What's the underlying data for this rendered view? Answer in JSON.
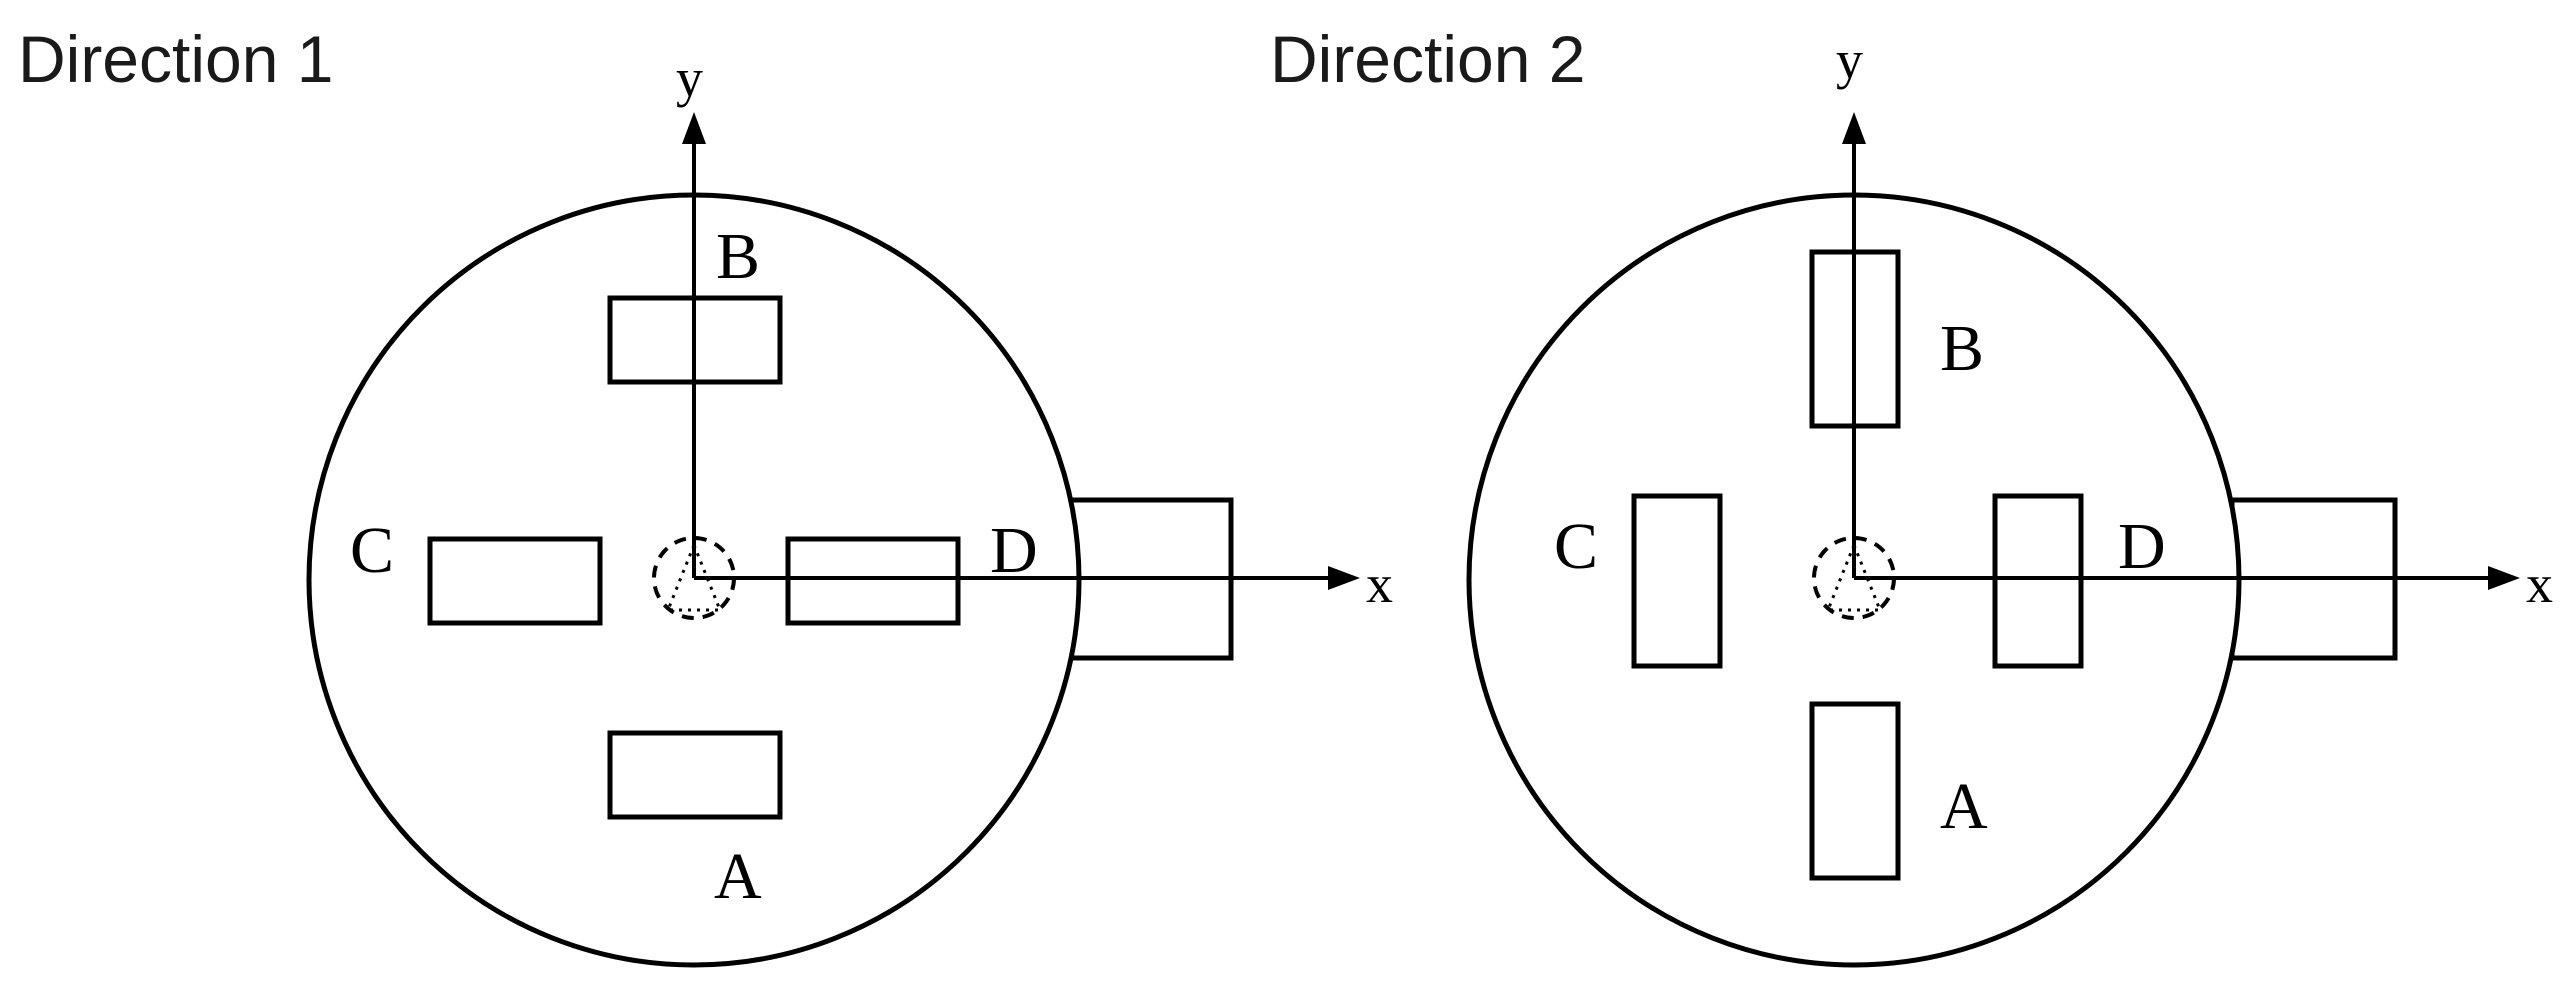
{
  "panels": [
    {
      "id": "direction-1",
      "title": "Direction 1",
      "axes": {
        "x": "x",
        "y": "y"
      },
      "sensors": [
        {
          "id": "B",
          "label": "B"
        },
        {
          "id": "C",
          "label": "C"
        },
        {
          "id": "D",
          "label": "D"
        },
        {
          "id": "A",
          "label": "A"
        }
      ]
    },
    {
      "id": "direction-2",
      "title": "Direction 2",
      "axes": {
        "x": "x",
        "y": "y"
      },
      "sensors": [
        {
          "id": "B",
          "label": "B"
        },
        {
          "id": "C",
          "label": "C"
        },
        {
          "id": "D",
          "label": "D"
        },
        {
          "id": "A",
          "label": "A"
        }
      ]
    }
  ]
}
